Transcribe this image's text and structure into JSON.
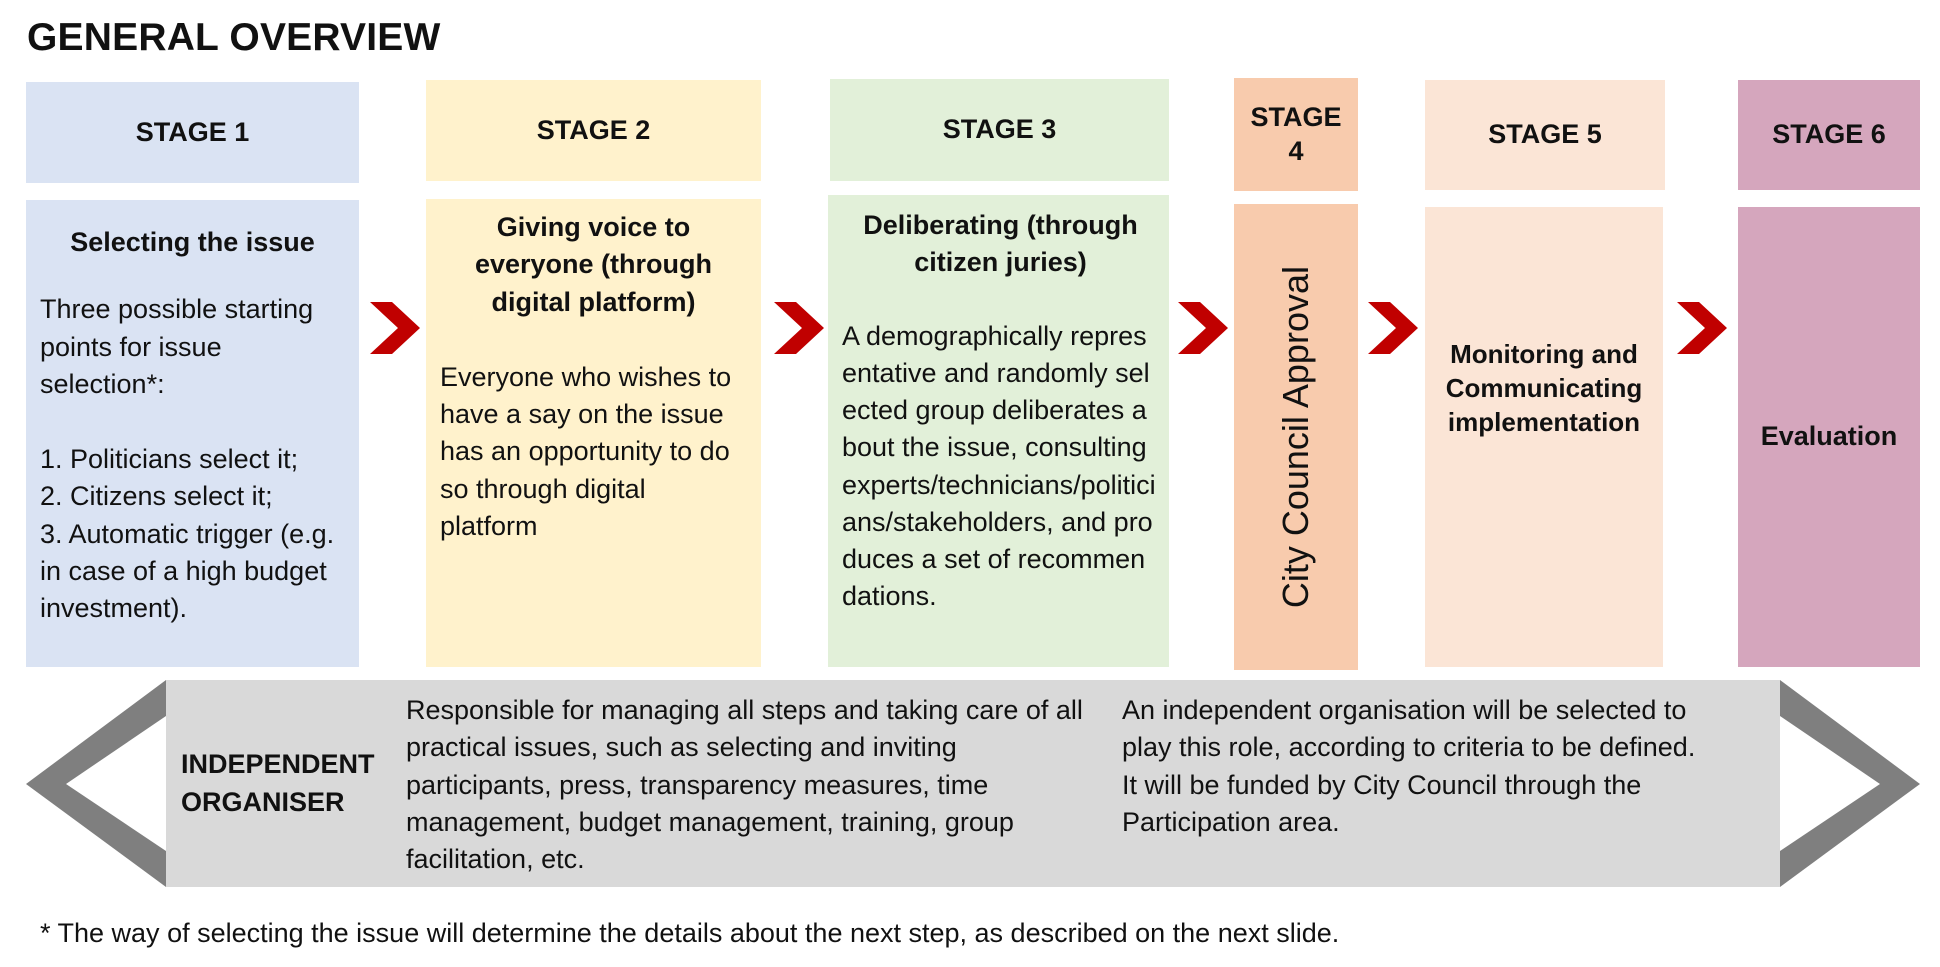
{
  "title": "GENERAL OVERVIEW",
  "colors": {
    "stage1": "#dae3f3",
    "stage2": "#fff2cc",
    "stage3": "#e2f0d9",
    "stage4": "#f8cbad",
    "stage5": "#fbe5d6",
    "stage6": "#d5a6bd",
    "arrow": "#c00000",
    "organiser_band": "#d9d9d9",
    "organiser_chevron": "#7f7f7f"
  },
  "stages": [
    {
      "header": "STAGE 1",
      "title": "Selecting the issue",
      "intro": "Three possible starting points for issue selection*:",
      "items": [
        "1. Politicians select it;",
        "2. Citizens select it;",
        "3. Automatic trigger (e.g. in case of a high budget investment)."
      ]
    },
    {
      "header": "STAGE 2",
      "title": "Giving voice to everyone (through digital platform)",
      "text": "Everyone who wishes to have a say on the issue has an opportunity to do so through digital platform"
    },
    {
      "header": "STAGE 3",
      "title": "Deliberating (through citizen juries)",
      "text": "A demographically representative and randomly selected group deliberates about the issue, consulting experts/technicians/politicians/stakeholders, and produces a set of recommendations."
    },
    {
      "header": "STAGE 4",
      "title": "City Council Approval"
    },
    {
      "header": "STAGE 5",
      "title": "Monitoring and Communicating implementation"
    },
    {
      "header": "STAGE 6",
      "title": "Evaluation"
    }
  ],
  "organiser": {
    "label": "INDEPENDENT ORGANISER",
    "responsibilities": "Responsible for managing all steps and taking care of all practical issues, such as selecting and inviting participants, press, transparency measures, time management, budget management, training, group facilitation, etc.",
    "funding": "An independent organisation will be selected to play this role, according to criteria to be defined. It will be funded by City Council through the Participation area."
  },
  "footnote": "*  The way of selecting the issue will determine the details about the next step, as described on the next slide."
}
